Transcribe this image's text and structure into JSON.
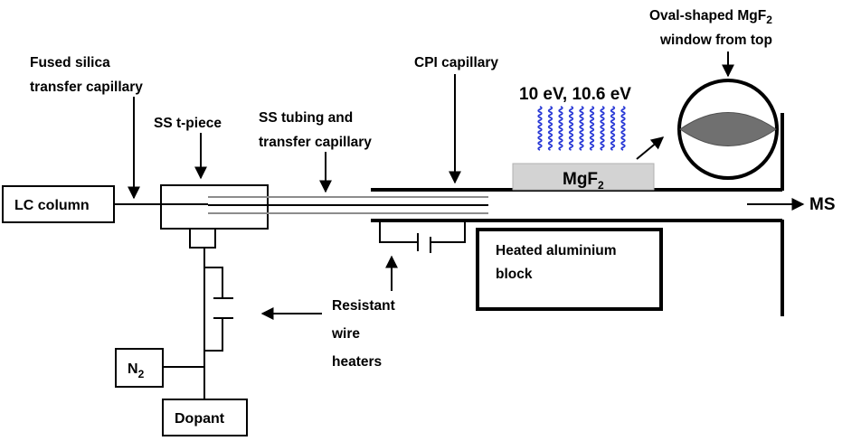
{
  "labels": {
    "fused_silica_1": "Fused silica",
    "fused_silica_2": "transfer capillary",
    "ss_tpiece": "SS t-piece",
    "ss_tubing_1": "SS tubing and",
    "ss_tubing_2": "transfer capillary",
    "cpi_capillary": "CPI capillary",
    "energies": "10 eV, 10.6 eV",
    "oval_1": "Oval-shaped MgF",
    "oval_1_sub": "2",
    "oval_2": "window from top",
    "lc_column": "LC column",
    "mgf2": "MgF",
    "mgf2_sub": "2",
    "ms": "MS",
    "heated_1": "Heated aluminium",
    "heated_2": "block",
    "resistant_1": "Resistant",
    "resistant_2": "wire",
    "resistant_3": "heaters",
    "n2": "N",
    "n2_sub": "2",
    "dopant": "Dopant"
  },
  "colors": {
    "uv_waves": "#2b3bd6",
    "mgf2_block": "#d3d3d3",
    "lens": "#707070",
    "capillary_gray": "#8c8c8c"
  }
}
